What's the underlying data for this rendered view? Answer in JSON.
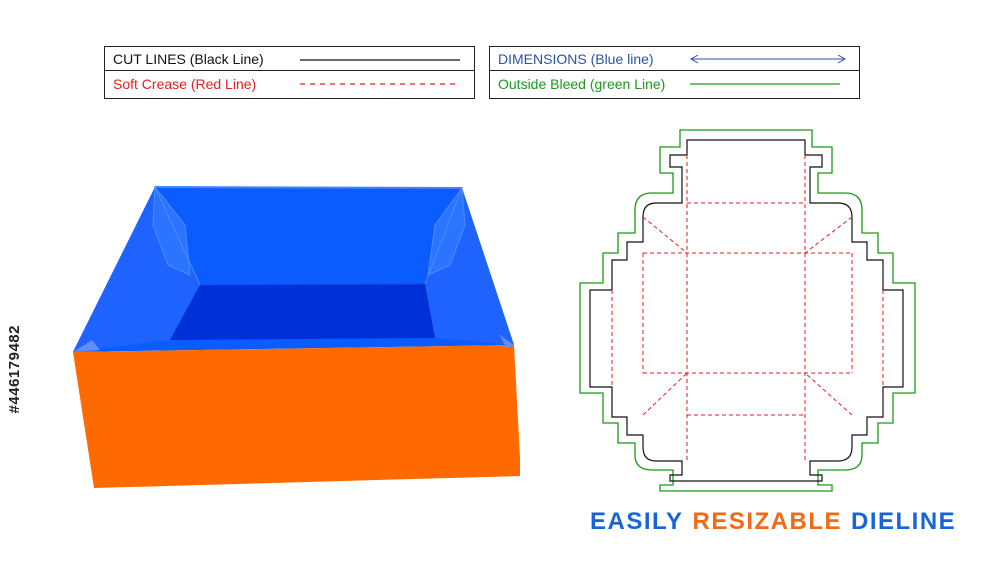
{
  "legend": {
    "cut_lines": {
      "label": "CUT LINES (Black Line)",
      "color": "#111111"
    },
    "soft_crease": {
      "label": "Soft Crease (Red Line)",
      "color": "#e81e1e"
    },
    "dimensions": {
      "label": "DIMENSIONS (Blue line)",
      "color": "#2a52a8"
    },
    "outside_bleed": {
      "label": "Outside Bleed (green Line)",
      "color": "#1a9a1a"
    }
  },
  "stock_id": "#446179482",
  "tagline": {
    "word1": {
      "text": "EASILY",
      "color": "#1565d8"
    },
    "word2": {
      "text": "RESIZABLE",
      "color": "#f26a16"
    },
    "word3": {
      "text": "DIELINE",
      "color": "#1565d8"
    }
  },
  "box_colors": {
    "front": "#ff6a00",
    "inner": "#0a5cff",
    "floor": "#0030d8"
  }
}
